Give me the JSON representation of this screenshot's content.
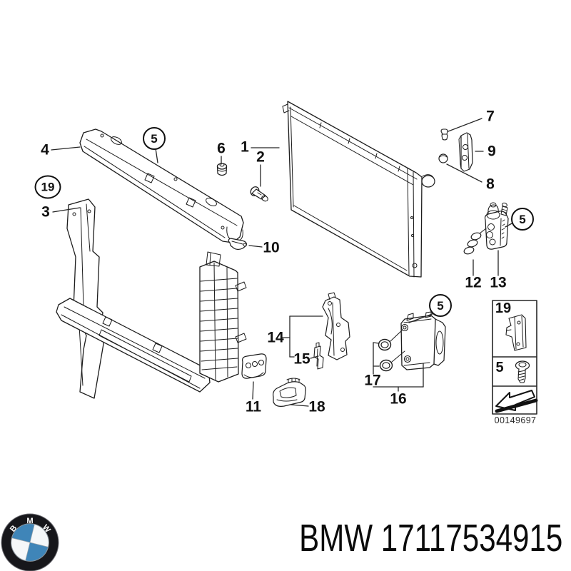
{
  "diagram": {
    "callouts": [
      {
        "label": "4",
        "circled": false
      },
      {
        "label": "5",
        "circled": true
      },
      {
        "label": "19",
        "circled": true
      },
      {
        "label": "3",
        "circled": false
      },
      {
        "label": "6",
        "circled": false
      },
      {
        "label": "1",
        "circled": false
      },
      {
        "label": "2",
        "circled": false
      },
      {
        "label": "7",
        "circled": false
      },
      {
        "label": "9",
        "circled": false
      },
      {
        "label": "8",
        "circled": false
      },
      {
        "label": "5",
        "circled": true
      },
      {
        "label": "12",
        "circled": false
      },
      {
        "label": "13",
        "circled": false
      },
      {
        "label": "10",
        "circled": false
      },
      {
        "label": "14",
        "circled": false
      },
      {
        "label": "15",
        "circled": false
      },
      {
        "label": "5",
        "circled": true
      },
      {
        "label": "17",
        "circled": false
      },
      {
        "label": "16",
        "circled": false
      },
      {
        "label": "18",
        "circled": false
      },
      {
        "label": "11",
        "circled": false
      }
    ],
    "legend": {
      "items": [
        {
          "label": "19"
        },
        {
          "label": "5"
        }
      ],
      "diagram_number": "00149697"
    }
  },
  "footer": {
    "brand": "BMW",
    "part_number": "17117534915",
    "logo": {
      "letters": [
        "B",
        "M",
        "W"
      ],
      "blue": "#3f85b8",
      "ring_color": "#17171b"
    }
  }
}
